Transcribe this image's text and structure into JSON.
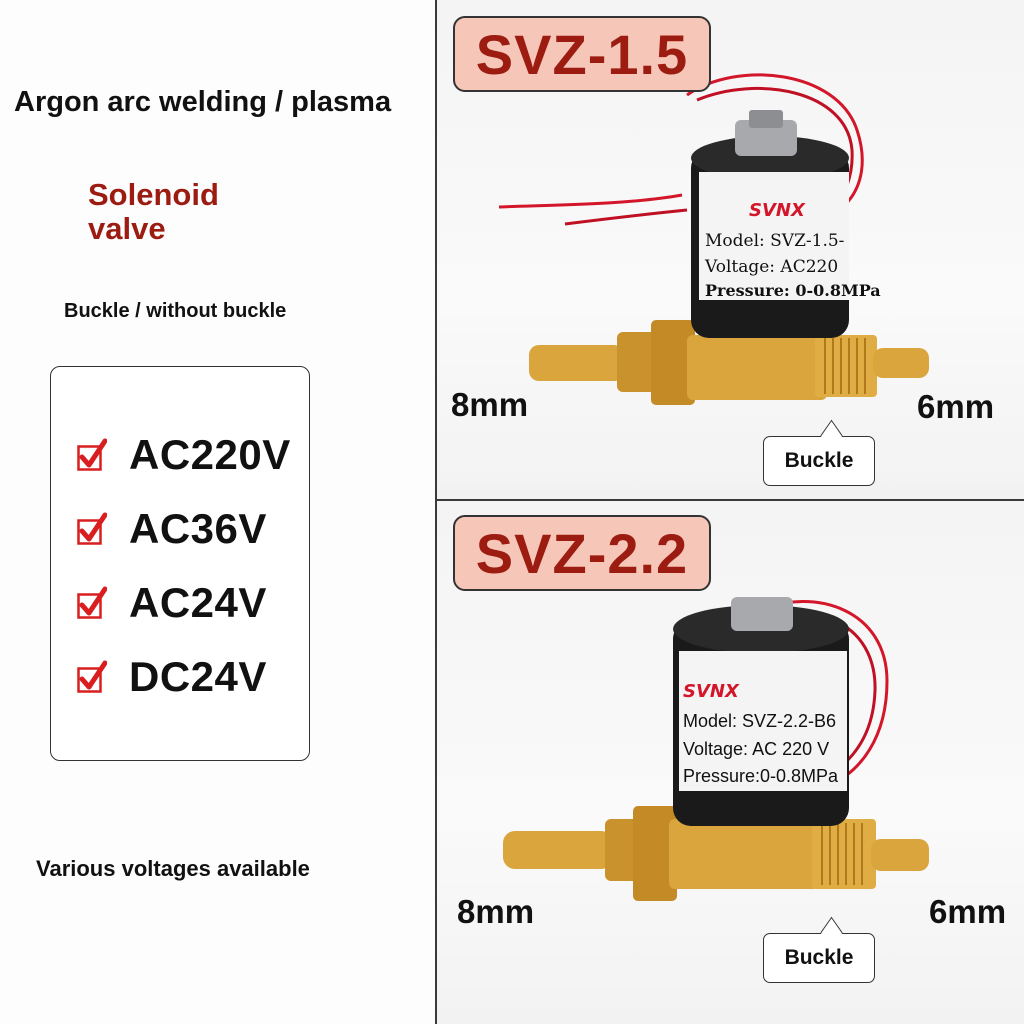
{
  "left": {
    "headline": "Argon arc welding / plasma",
    "product_type": "Solenoid valve",
    "buckle_options": "Buckle / without buckle",
    "voltages": [
      "AC220V",
      "AC36V",
      "AC24V",
      "DC24V"
    ],
    "footer_note": "Various voltages available"
  },
  "top_product": {
    "model": "SVZ-1.5",
    "brand": "SVNX",
    "label_model": "Model:  SVZ-1.5-",
    "label_voltage": "Voltage:  AC220",
    "label_pressure": "Pressure: 0-0.8MPa",
    "inlet_size": "8mm",
    "outlet_size": "6mm",
    "callout": "Buckle"
  },
  "bottom_product": {
    "model": "SVZ-2.2",
    "brand": "SVNX",
    "label_model": "Model: SVZ-2.2-B6",
    "label_voltage": "Voltage:   AC 220 V",
    "label_pressure": "Pressure:0-0.8MPa",
    "inlet_size": "8mm",
    "outlet_size": "6mm",
    "callout": "Buckle"
  },
  "colors": {
    "accent_red": "#9c1c12",
    "tag_fill": "#f6c7b8",
    "check_red": "#d81e1e",
    "brass": "#d9a53c",
    "wire": "#d4162a"
  },
  "icons": {
    "check": "checkbox-checked-icon",
    "callout": "speech-bubble"
  }
}
